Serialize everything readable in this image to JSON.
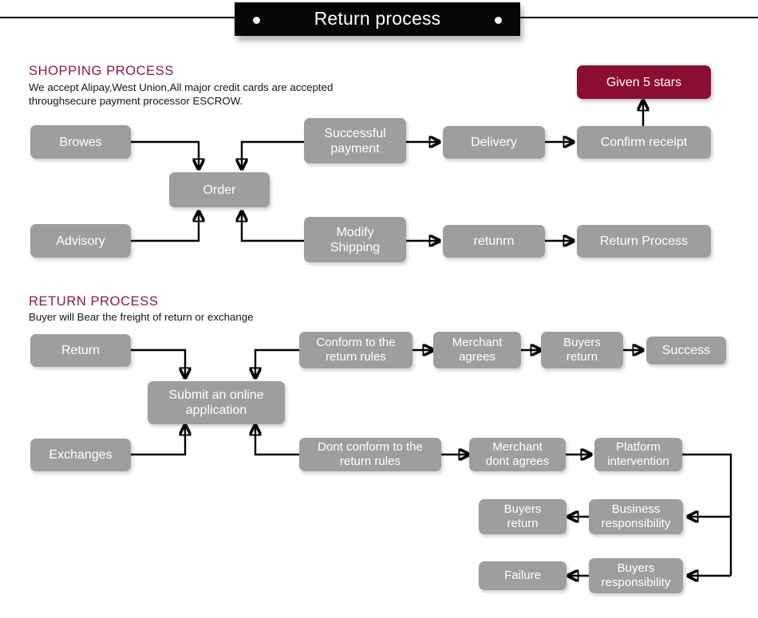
{
  "banner": {
    "title": "Return process",
    "dot_left": "bullet-dot",
    "dot_right": "bullet-dot"
  },
  "colors": {
    "node_gray": "#9e9e9e",
    "node_accent": "#8b0d33",
    "heading": "#8e1640",
    "banner_bg": "#060606",
    "connector": "#000000",
    "page_bg": "#ffffff"
  },
  "sections": [
    {
      "id": "shopping",
      "heading": "SHOPPING PROCESS",
      "subtitle": "We accept Alipay,West Union,All major credit cards are accepted\nthroughsecure payment processor ESCROW."
    },
    {
      "id": "return",
      "heading": "RETURN PROCESS",
      "subtitle": "Buyer will Bear the freight of return or exchange"
    }
  ],
  "nodes": {
    "browes": "Browes",
    "order": "Order",
    "advisory": "Advisory",
    "successful_payment": "Successful\npayment",
    "delivery": "Delivery",
    "confirm_receipt": "Confirm receipt",
    "given_5_stars": "Given 5 stars",
    "modify_shipping": "Modify\nShipping",
    "retunrn": "retunrn",
    "return_process": "Return Process",
    "return": "Return",
    "submit_online_application": "Submit an online\napplication",
    "exchanges": "Exchanges",
    "conform_rules": "Conform to the\nreturn rules",
    "merchant_agrees": "Merchant\nagrees",
    "buyers_return_top": "Buyers\nreturn",
    "success": "Success",
    "dont_conform_rules": "Dont conform to the\nreturn rules",
    "merchant_dont_agrees": "Merchant\ndont agrees",
    "platform_intervention": "Platform\nintervention",
    "business_responsibility": "Business\nresponsibility",
    "buyers_return_bottom": "Buyers\nreturn",
    "buyers_responsibility": "Buyers\nresponsibility",
    "failure": "Failure"
  },
  "chart_data": {
    "type": "diagram",
    "title": "Return process",
    "flows": [
      {
        "section": "SHOPPING PROCESS",
        "edges": [
          {
            "from": "Browes",
            "to": "Order"
          },
          {
            "from": "Successful payment",
            "to": "Order"
          },
          {
            "from": "Successful payment",
            "to": "Delivery"
          },
          {
            "from": "Delivery",
            "to": "Confirm receipt"
          },
          {
            "from": "Confirm receipt",
            "to": "Given 5 stars"
          },
          {
            "from": "Advisory",
            "to": "Order"
          },
          {
            "from": "Modify Shipping",
            "to": "Order"
          },
          {
            "from": "Modify Shipping",
            "to": "retunrn"
          },
          {
            "from": "retunrn",
            "to": "Return Process"
          }
        ]
      },
      {
        "section": "RETURN PROCESS",
        "edges": [
          {
            "from": "Return",
            "to": "Submit an online application"
          },
          {
            "from": "Conform to the return rules",
            "to": "Submit an online application"
          },
          {
            "from": "Conform to the return rules",
            "to": "Merchant agrees"
          },
          {
            "from": "Merchant agrees",
            "to": "Buyers return"
          },
          {
            "from": "Buyers return",
            "to": "Success"
          },
          {
            "from": "Exchanges",
            "to": "Submit an online application"
          },
          {
            "from": "Dont conform to the return rules",
            "to": "Submit an online application"
          },
          {
            "from": "Dont conform to the return rules",
            "to": "Merchant dont agrees"
          },
          {
            "from": "Merchant dont agrees",
            "to": "Platform intervention"
          },
          {
            "from": "Platform intervention",
            "to": "Business responsibility"
          },
          {
            "from": "Business responsibility",
            "to": "Buyers return"
          },
          {
            "from": "Platform intervention",
            "to": "Buyers responsibility"
          },
          {
            "from": "Buyers responsibility",
            "to": "Failure"
          }
        ]
      }
    ]
  }
}
